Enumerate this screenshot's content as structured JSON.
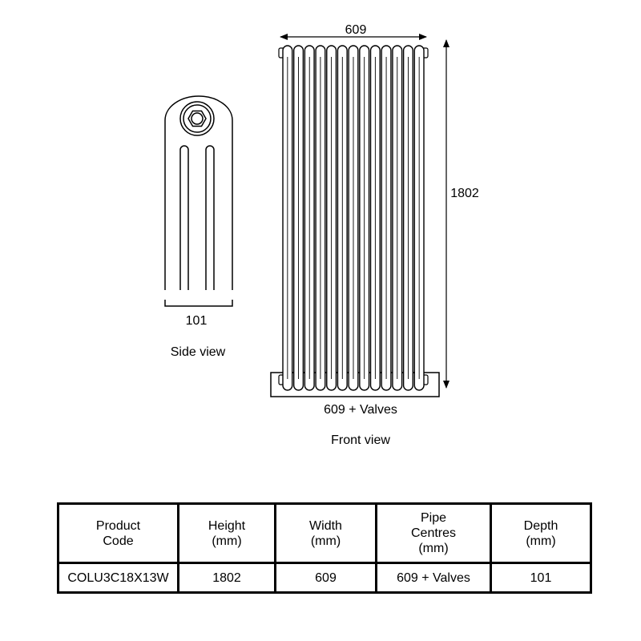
{
  "side_view": {
    "depth_label": "101",
    "caption": "Side view"
  },
  "front_view": {
    "width_label": "609",
    "height_label": "1802",
    "pipe_label": "609 + Valves",
    "caption": "Front view",
    "column_count": 13
  },
  "spec_table": {
    "headers": [
      "Product\nCode",
      "Height\n(mm)",
      "Width\n(mm)",
      "Pipe\nCentres\n(mm)",
      "Depth\n(mm)"
    ],
    "rows": [
      [
        "COLU3C18X13W",
        "1802",
        "609",
        "609 + Valves",
        "101"
      ]
    ]
  }
}
